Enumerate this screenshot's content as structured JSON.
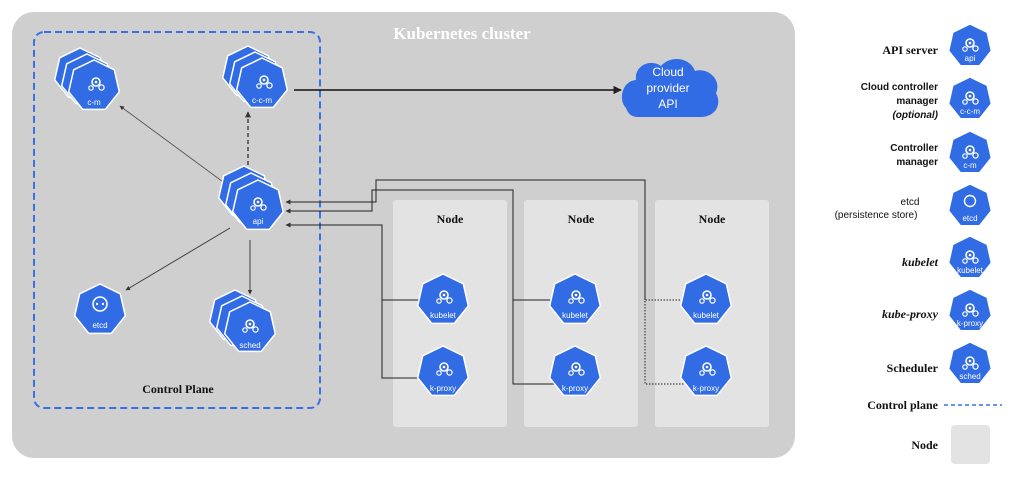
{
  "cluster": {
    "title": "Kubernetes cluster"
  },
  "control_plane": {
    "label": "Control Plane",
    "components": {
      "cm": "c-m",
      "ccm": "c-c-m",
      "api": "api",
      "etcd": "etcd",
      "sched": "sched"
    }
  },
  "cloud": {
    "line1": "Cloud",
    "line2": "provider",
    "line3": "API"
  },
  "nodes": [
    {
      "title": "Node",
      "kubelet": "kubelet",
      "kproxy": "k-proxy"
    },
    {
      "title": "Node",
      "kubelet": "kubelet",
      "kproxy": "k-proxy"
    },
    {
      "title": "Node",
      "kubelet": "kubelet",
      "kproxy": "k-proxy"
    }
  ],
  "legend": {
    "api_server": {
      "label": "API server",
      "icon_text": "api"
    },
    "ccm": {
      "line1": "Cloud controller",
      "line2": "manager",
      "line3": "(optional)",
      "icon_text": "c-c-m"
    },
    "cm": {
      "line1": "Controller",
      "line2": "manager",
      "icon_text": "c-m"
    },
    "etcd": {
      "line1": "etcd",
      "line2": "(persistence store)",
      "icon_text": "etcd"
    },
    "kubelet": {
      "label": "kubelet",
      "icon_text": "kubelet"
    },
    "kproxy": {
      "label": "kube-proxy",
      "icon_text": "k-proxy"
    },
    "scheduler": {
      "label": "Scheduler",
      "icon_text": "sched"
    },
    "control_plane": {
      "label": "Control plane"
    },
    "node": {
      "label": "Node"
    }
  },
  "colors": {
    "k8s_blue": "#326ce5",
    "cluster_bg": "#cfcfcf",
    "node_bg": "#e3e3e3",
    "dashed": "#3970e4"
  }
}
